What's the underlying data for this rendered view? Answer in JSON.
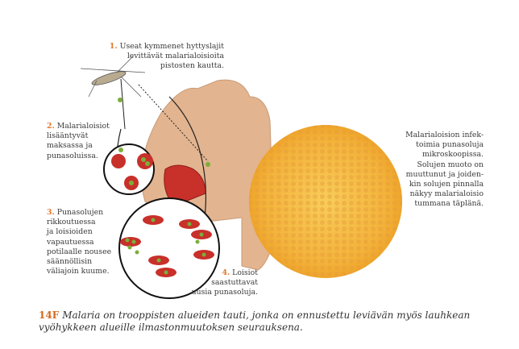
{
  "steps": [
    {
      "number": "1.",
      "text": [
        "Useat kymmenet hyttyslajit",
        "levittävät malarialoisioita",
        "pistosten kautta."
      ]
    },
    {
      "number": "2.",
      "text": [
        "Malarialoisiot",
        "lisääntyvät",
        "maksassa ja",
        "punasoluissa."
      ]
    },
    {
      "number": "3.",
      "text": [
        "Punasolujen",
        "rikkoutuessa",
        "ja loisioiden",
        "vapautuessa",
        "potilaalle nousee",
        "säännöllisin",
        "väliajoin kuume."
      ]
    },
    {
      "number": "4.",
      "text": [
        "Loisiot",
        "saastuttavat",
        "uusia punasoluja."
      ]
    }
  ],
  "microscopy_text": [
    "Malarialoision infek-",
    "toimia punasoluja",
    "mikroskoopissa.",
    "Solujen muoto on",
    "muuttunut ja joiden-",
    "kin solujen pinnalla",
    "näkyy malarialoisio",
    "tummana täplänä."
  ],
  "caption": {
    "tag": "14F",
    "text": "Malaria on trooppisten alueiden tauti, jonka on ennustettu leviävän myös lauhkean vyöhykkeen alueille ilmastonmuutoksen seurauksena."
  },
  "colors": {
    "accent": "#e0782a",
    "skin": "#e2b48f",
    "cell": "#c8302a",
    "parasite": "#7cae3a",
    "slide": "#f4b53a"
  }
}
